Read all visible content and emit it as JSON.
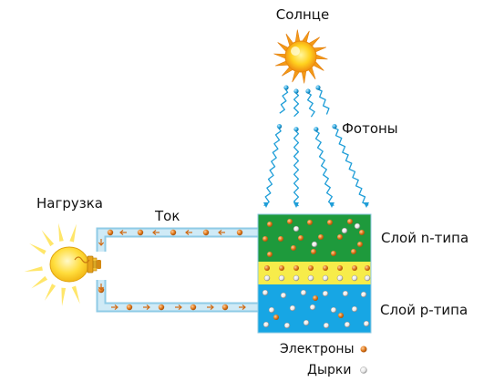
{
  "labels": {
    "sun": "Солнце",
    "photons": "Фотоны",
    "load": "Нагрузка",
    "current": "Ток",
    "n_layer": "Слой n-типа",
    "p_layer": "Слой p-типа",
    "electrons": "Электроны",
    "holes": "Дырки"
  },
  "colors": {
    "n_layer": "#1e9a3c",
    "junction": "#f7ec4a",
    "p_layer": "#17a6e4",
    "wire": "#bfe3f3",
    "electron": "#e07a1c",
    "hole": "#f4f4f4",
    "photon": "#1f9ed8",
    "sun": "#f8a51a",
    "bulb": "#ffd23a",
    "arrow": "#d06a14"
  },
  "icons": {
    "sun": "sun-icon",
    "bulb": "light-bulb-icon"
  }
}
